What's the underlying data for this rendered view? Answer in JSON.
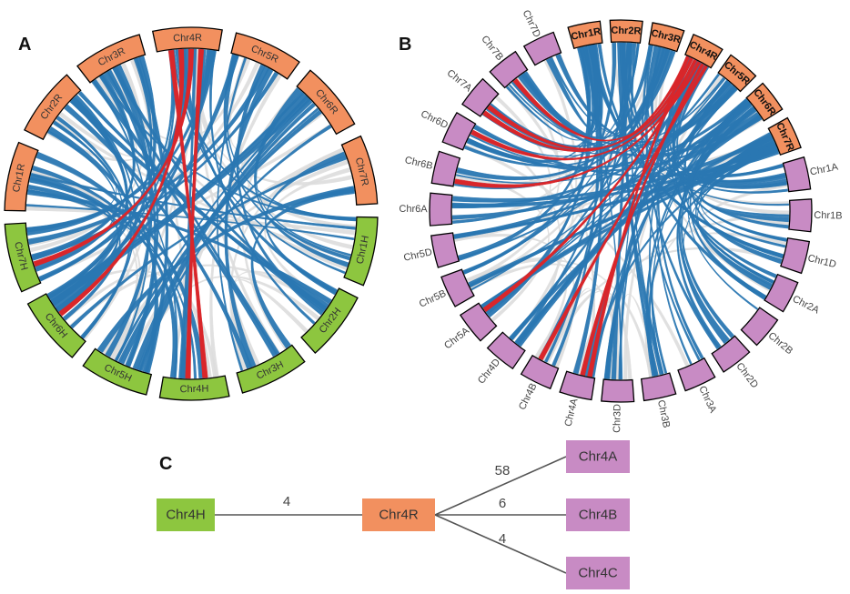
{
  "colors": {
    "rye": "#f2905f",
    "barley": "#8dc63f",
    "wheat": "#c88bc4",
    "blue_link": "#2a77b2",
    "red_link": "#d9262a",
    "grey_link": "#dddddd",
    "edge": "#555555"
  },
  "panel_a": {
    "letter": "A",
    "segments": [
      {
        "label": "Chr5R",
        "group": "rye"
      },
      {
        "label": "Chr6R",
        "group": "rye"
      },
      {
        "label": "Chr7R",
        "group": "rye"
      },
      {
        "label": "Chr1H",
        "group": "barley"
      },
      {
        "label": "Chr2H",
        "group": "barley"
      },
      {
        "label": "Chr3H",
        "group": "barley"
      },
      {
        "label": "Chr4H",
        "group": "barley"
      },
      {
        "label": "Chr5H",
        "group": "barley"
      },
      {
        "label": "Chr6H",
        "group": "barley"
      },
      {
        "label": "Chr7H",
        "group": "barley"
      },
      {
        "label": "Chr1R",
        "group": "rye"
      },
      {
        "label": "Chr2R",
        "group": "rye"
      },
      {
        "label": "Chr3R",
        "group": "rye"
      },
      {
        "label": "Chr4R",
        "group": "rye"
      }
    ]
  },
  "panel_b": {
    "letter": "B",
    "segments": [
      {
        "label": "Chr1R",
        "group": "rye"
      },
      {
        "label": "Chr2R",
        "group": "rye"
      },
      {
        "label": "Chr3R",
        "group": "rye"
      },
      {
        "label": "Chr4R",
        "group": "rye"
      },
      {
        "label": "Chr5R",
        "group": "rye"
      },
      {
        "label": "Chr6R",
        "group": "rye"
      },
      {
        "label": "Chr7R",
        "group": "rye"
      },
      {
        "label": "Chr1A",
        "group": "wheat"
      },
      {
        "label": "Chr1B",
        "group": "wheat"
      },
      {
        "label": "Chr1D",
        "group": "wheat"
      },
      {
        "label": "Chr2A",
        "group": "wheat"
      },
      {
        "label": "Chr2B",
        "group": "wheat"
      },
      {
        "label": "Chr2D",
        "group": "wheat"
      },
      {
        "label": "Chr3A",
        "group": "wheat"
      },
      {
        "label": "Chr3B",
        "group": "wheat"
      },
      {
        "label": "Chr3D",
        "group": "wheat"
      },
      {
        "label": "Chr4A",
        "group": "wheat"
      },
      {
        "label": "Chr4B",
        "group": "wheat"
      },
      {
        "label": "Chr4D",
        "group": "wheat"
      },
      {
        "label": "Chr5A",
        "group": "wheat"
      },
      {
        "label": "Chr5B",
        "group": "wheat"
      },
      {
        "label": "Chr5D",
        "group": "wheat"
      },
      {
        "label": "Chr6A",
        "group": "wheat"
      },
      {
        "label": "Chr6B",
        "group": "wheat"
      },
      {
        "label": "Chr6D",
        "group": "wheat"
      },
      {
        "label": "Chr7A",
        "group": "wheat"
      },
      {
        "label": "Chr7B",
        "group": "wheat"
      },
      {
        "label": "Chr7D",
        "group": "wheat"
      }
    ]
  },
  "panel_c": {
    "letter": "C",
    "nodes": [
      {
        "label": "Chr4H",
        "group": "barley"
      },
      {
        "label": "Chr4R",
        "group": "rye"
      },
      {
        "label": "Chr4A",
        "group": "wheat"
      },
      {
        "label": "Chr4B",
        "group": "wheat"
      },
      {
        "label": "Chr4C",
        "group": "wheat"
      }
    ],
    "edges": [
      {
        "from": "Chr4H",
        "to": "Chr4R",
        "label": "4"
      },
      {
        "from": "Chr4R",
        "to": "Chr4A",
        "label": "58"
      },
      {
        "from": "Chr4R",
        "to": "Chr4B",
        "label": "6"
      },
      {
        "from": "Chr4R",
        "to": "Chr4C",
        "label": "4"
      }
    ]
  }
}
